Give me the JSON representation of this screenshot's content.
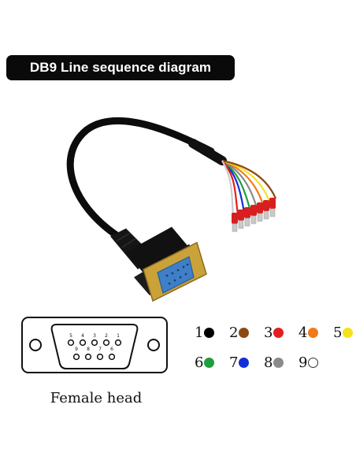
{
  "title": "DB9 Line sequence diagram",
  "connector": {
    "label": "Female head",
    "pins_top": [
      "5",
      "4",
      "3",
      "2",
      "1"
    ],
    "pins_bottom": [
      "9",
      "8",
      "7",
      "6"
    ]
  },
  "wire_legend": [
    {
      "number": "1",
      "color": "#000000"
    },
    {
      "number": "2",
      "color": "#8B4A12"
    },
    {
      "number": "3",
      "color": "#E31E1E"
    },
    {
      "number": "4",
      "color": "#F07A1A"
    },
    {
      "number": "5",
      "color": "#F5E21A"
    },
    {
      "number": "6",
      "color": "#1E9E3E"
    },
    {
      "number": "7",
      "color": "#1230D8"
    },
    {
      "number": "8",
      "color": "#8A8A8A"
    },
    {
      "number": "9",
      "color": "#FFFFFF"
    }
  ]
}
